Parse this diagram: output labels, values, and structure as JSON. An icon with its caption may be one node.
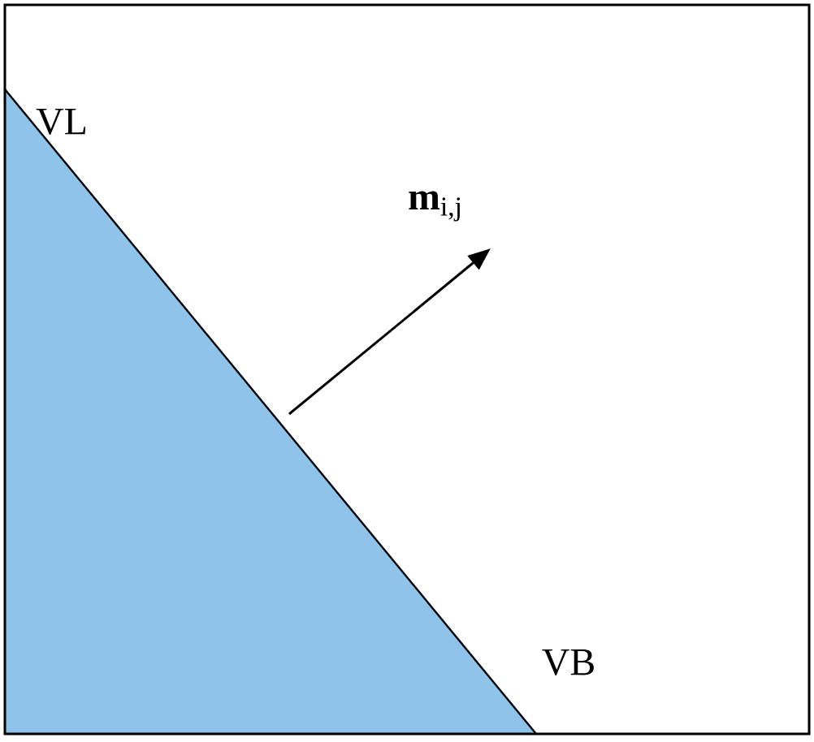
{
  "diagram": {
    "labels": [
      "VL",
      "**m**$_{i,j}$",
      "VB"
    ]
  }
}
